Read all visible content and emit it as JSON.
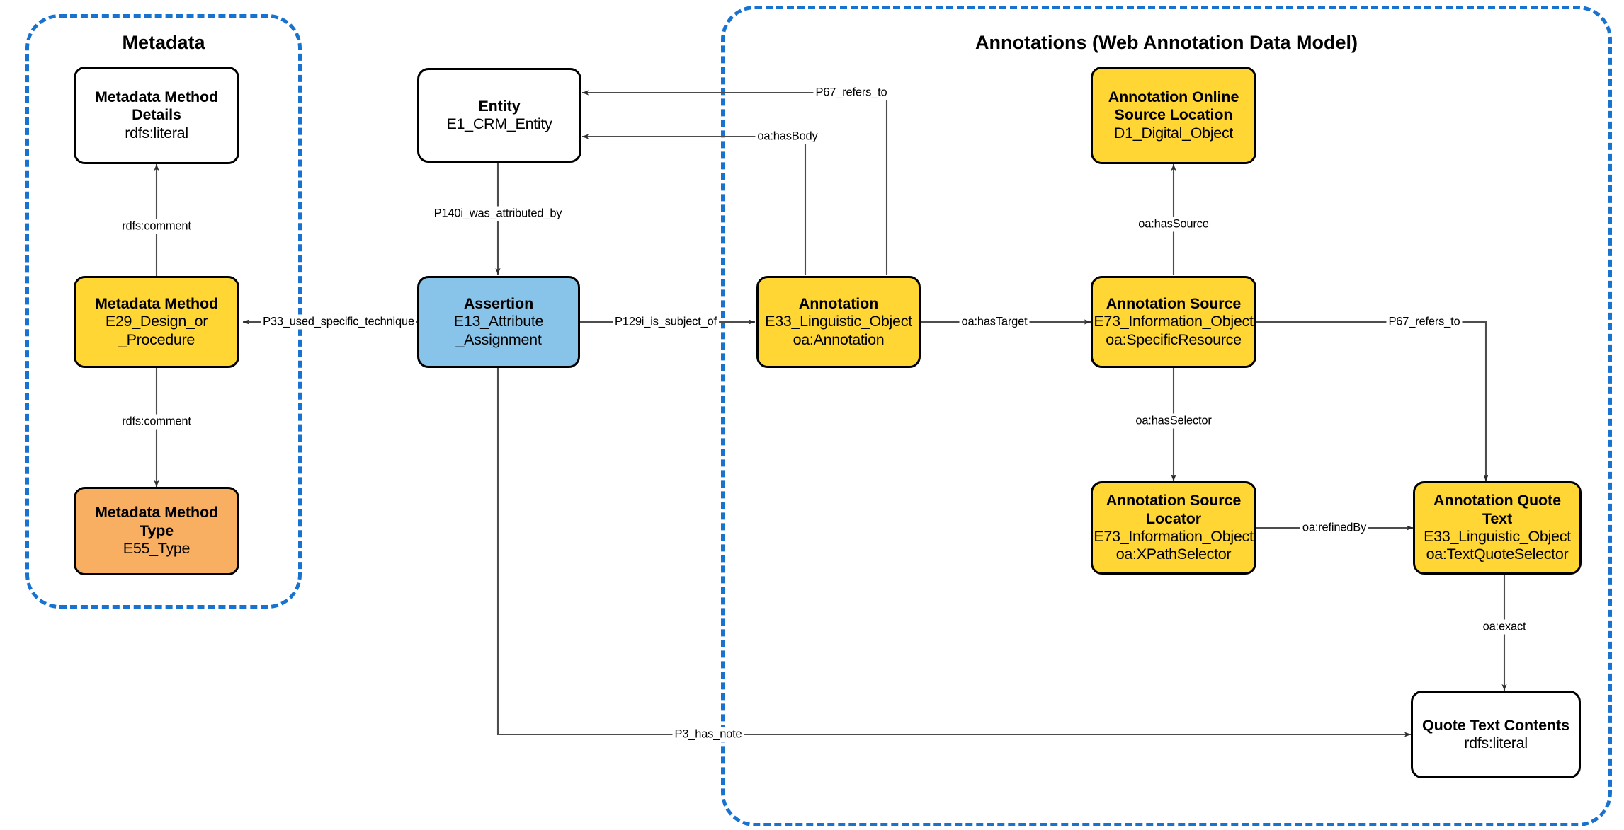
{
  "diagram": {
    "title": "CRM / Web Annotation Data Model diagram",
    "colors": {
      "group_border": "#1872D0",
      "yellow": "#FFD634",
      "orange": "#F8AF62",
      "blue": "#88C3E9",
      "white": "#FFFFFF",
      "stroke": "#000000"
    }
  },
  "groups": [
    {
      "id": "metadata",
      "label": "Metadata"
    },
    {
      "id": "annotations",
      "label": "Annotations (Web Annotation Data Model)"
    }
  ],
  "nodes": [
    {
      "id": "metadata-method-details",
      "color": "white",
      "lines": [
        "Metadata Method",
        "Details",
        "rdfs:literal"
      ]
    },
    {
      "id": "metadata-method",
      "color": "yellow",
      "lines": [
        "Metadata Method",
        "E29_Design_or",
        "_Procedure"
      ]
    },
    {
      "id": "metadata-method-type",
      "color": "orange",
      "lines": [
        "Metadata Method",
        "Type",
        "E55_Type"
      ]
    },
    {
      "id": "entity",
      "color": "white",
      "lines": [
        "Entity",
        "E1_CRM_Entity"
      ]
    },
    {
      "id": "assertion",
      "color": "blue",
      "lines": [
        "Assertion",
        "E13_Attribute",
        "_Assignment"
      ]
    },
    {
      "id": "annotation",
      "color": "yellow",
      "lines": [
        "Annotation",
        "E33_Linguistic_Object",
        "oa:Annotation"
      ]
    },
    {
      "id": "annotation-online-source-location",
      "color": "yellow",
      "lines": [
        "Annotation Online",
        "Source Location",
        "D1_Digital_Object"
      ]
    },
    {
      "id": "annotation-source",
      "color": "yellow",
      "lines": [
        "Annotation Source",
        "E73_Information_Object",
        "oa:SpecificResource"
      ]
    },
    {
      "id": "annotation-source-locator",
      "color": "yellow",
      "lines": [
        "Annotation Source",
        "Locator",
        "E73_Information_Object",
        "oa:XPathSelector"
      ]
    },
    {
      "id": "annotation-quote-text",
      "color": "yellow",
      "lines": [
        "Annotation Quote Text",
        "E33_Linguistic_Object",
        "oa:TextQuoteSelector"
      ]
    },
    {
      "id": "quote-text-contents",
      "color": "white",
      "lines": [
        "Quote Text Contents",
        "rdfs:literal"
      ]
    }
  ],
  "edges": [
    {
      "id": "e1",
      "label": "rdfs:comment",
      "from": "metadata-method",
      "to": "metadata-method-details"
    },
    {
      "id": "e2",
      "label": "rdfs:comment",
      "from": "metadata-method",
      "to": "metadata-method-type"
    },
    {
      "id": "e3",
      "label": "P33_used_specific_technique",
      "from": "assertion",
      "to": "metadata-method"
    },
    {
      "id": "e4",
      "label": "P140i_was_attributed_by",
      "from": "entity",
      "to": "assertion"
    },
    {
      "id": "e5",
      "label": "P129i_is_subject_of",
      "from": "assertion",
      "to": "annotation"
    },
    {
      "id": "e6",
      "label": "oa:hasBody",
      "from": "annotation",
      "to": "entity"
    },
    {
      "id": "e7",
      "label": "P67_refers_to",
      "from": "annotation",
      "to": "entity"
    },
    {
      "id": "e8",
      "label": "oa:hasTarget",
      "from": "annotation",
      "to": "annotation-source"
    },
    {
      "id": "e9",
      "label": "oa:hasSource",
      "from": "annotation-source",
      "to": "annotation-online-source-location"
    },
    {
      "id": "e10",
      "label": "oa:hasSelector",
      "from": "annotation-source",
      "to": "annotation-source-locator"
    },
    {
      "id": "e11",
      "label": "oa:refinedBy",
      "from": "annotation-source-locator",
      "to": "annotation-quote-text"
    },
    {
      "id": "e12",
      "label": "P67_refers_to",
      "from": "annotation-source",
      "to": "annotation-quote-text"
    },
    {
      "id": "e13",
      "label": "oa:exact",
      "from": "annotation-quote-text",
      "to": "quote-text-contents"
    },
    {
      "id": "e14",
      "label": "P3_has_note",
      "from": "assertion",
      "to": "quote-text-contents"
    }
  ]
}
